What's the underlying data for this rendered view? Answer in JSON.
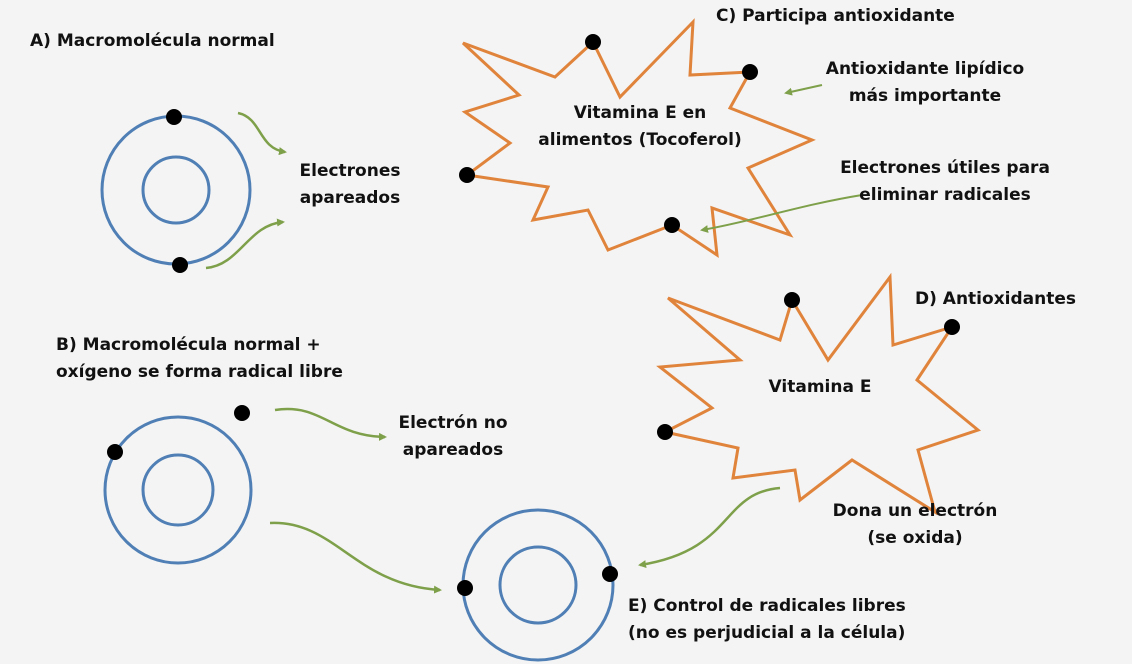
{
  "colors": {
    "background": "#f4f4f4",
    "orbit": "#4f7fb5",
    "star": "#e0843c",
    "arrow": "#7ea04a",
    "electron": "#000000",
    "text": "#111111"
  },
  "labels": {
    "a_title": "A) Macromolécula normal",
    "a_electrons": [
      "Electrones",
      "apareados"
    ],
    "b_title": [
      "B) Macromolécula normal +",
      "oxígeno se forma radical libre"
    ],
    "b_electron": [
      "Electrón no",
      "apareados"
    ],
    "c_title": "C) Participa antioxidante",
    "c_star_text": [
      "Vitamina E en",
      "alimentos (Tocoferol)"
    ],
    "c_lipid": [
      "Antioxidante lipídico",
      "más importante"
    ],
    "c_useful": [
      "Electrones útiles para",
      "eliminar radicales"
    ],
    "d_title": "D) Antioxidantes",
    "d_star_text": "Vitamina E",
    "d_donate": [
      "Dona un electrón",
      "(se oxida)"
    ],
    "e_title": [
      "E) Control de radicales libres",
      "(no es perjudicial a la célula)"
    ]
  }
}
